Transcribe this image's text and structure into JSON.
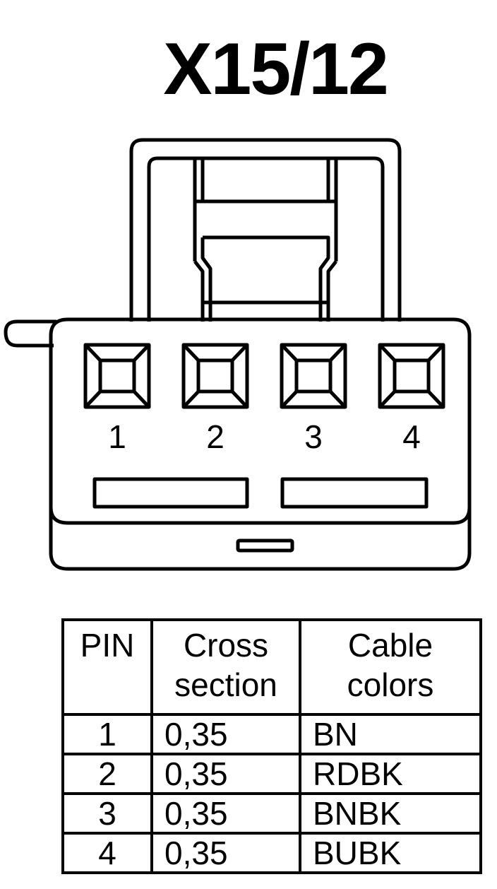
{
  "title": "X15/12",
  "connector": {
    "pin_labels": [
      "1",
      "2",
      "3",
      "4"
    ]
  },
  "table": {
    "headers": {
      "pin": "PIN",
      "cross_section_line1": "Cross",
      "cross_section_line2": "section",
      "cable_colors_line1": "Cable",
      "cable_colors_line2": "colors"
    },
    "rows": [
      {
        "pin": "1",
        "cross_section": "0,35",
        "color": "BN"
      },
      {
        "pin": "2",
        "cross_section": "0,35",
        "color": "RDBK"
      },
      {
        "pin": "3",
        "cross_section": "0,35",
        "color": "BNBK"
      },
      {
        "pin": "4",
        "cross_section": "0,35",
        "color": "BUBK"
      }
    ]
  }
}
